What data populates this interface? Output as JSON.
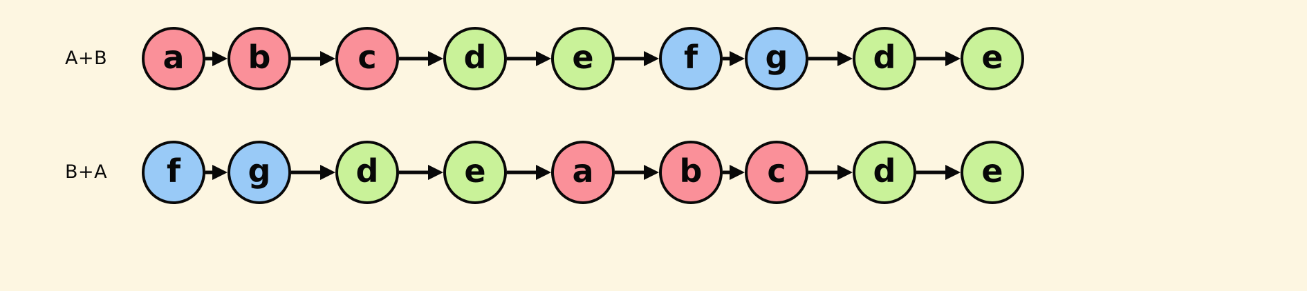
{
  "diagram": {
    "type": "sequence-concatenation",
    "background_color": "#fdf6e1",
    "stroke_color": "#080808",
    "palette": {
      "pink": "#fa9099",
      "green": "#c9f299",
      "blue": "#99caf7"
    },
    "rows": [
      {
        "label": "A+B",
        "nodes": [
          {
            "label": "a",
            "color": "pink"
          },
          {
            "label": "b",
            "color": "pink"
          },
          {
            "label": "c",
            "color": "pink"
          },
          {
            "label": "d",
            "color": "green"
          },
          {
            "label": "e",
            "color": "green"
          },
          {
            "label": "f",
            "color": "blue"
          },
          {
            "label": "g",
            "color": "blue"
          },
          {
            "label": "d",
            "color": "green"
          },
          {
            "label": "e",
            "color": "green"
          }
        ]
      },
      {
        "label": "B+A",
        "nodes": [
          {
            "label": "f",
            "color": "blue"
          },
          {
            "label": "g",
            "color": "blue"
          },
          {
            "label": "d",
            "color": "green"
          },
          {
            "label": "e",
            "color": "green"
          },
          {
            "label": "a",
            "color": "pink"
          },
          {
            "label": "b",
            "color": "pink"
          },
          {
            "label": "c",
            "color": "pink"
          },
          {
            "label": "d",
            "color": "green"
          },
          {
            "label": "e",
            "color": "green"
          }
        ]
      }
    ],
    "arrow_gaps": [
      32,
      64,
      64,
      64,
      64,
      32,
      64,
      64
    ]
  }
}
